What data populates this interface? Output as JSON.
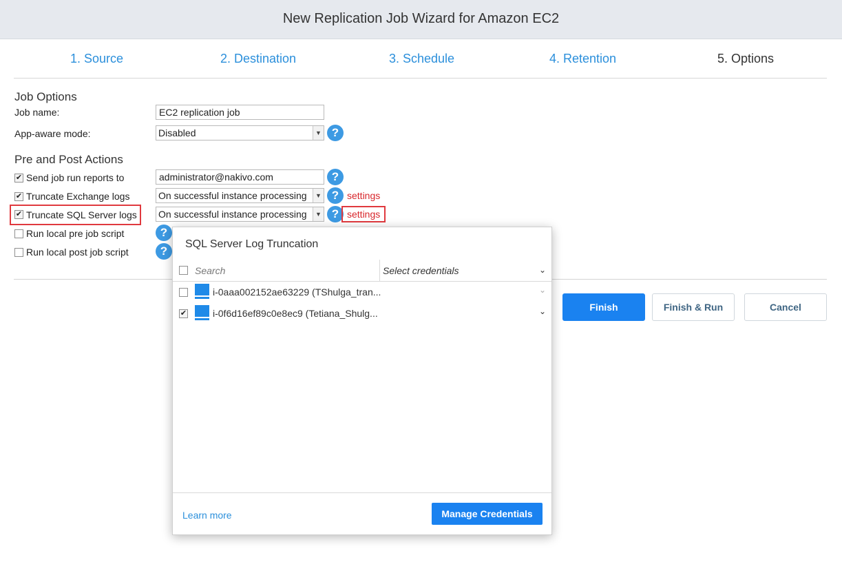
{
  "window": {
    "title": "New Replication Job Wizard for Amazon EC2"
  },
  "steps": [
    {
      "label": "1. Source",
      "state": "link"
    },
    {
      "label": "2. Destination",
      "state": "link"
    },
    {
      "label": "3. Schedule",
      "state": "link"
    },
    {
      "label": "4. Retention",
      "state": "link"
    },
    {
      "label": "5. Options",
      "state": "current"
    }
  ],
  "job_options": {
    "heading": "Job Options",
    "job_name_label": "Job name:",
    "job_name_value": "EC2 replication job",
    "app_aware_label": "App-aware mode:",
    "app_aware_value": "Disabled"
  },
  "pre_post": {
    "heading": "Pre and Post Actions",
    "send_reports": {
      "label": "Send job run reports to",
      "checked": true,
      "value": "administrator@nakivo.com"
    },
    "truncate_exchange": {
      "label": "Truncate Exchange logs",
      "checked": true,
      "value": "On successful instance processing c",
      "settings": "settings"
    },
    "truncate_sql": {
      "label": "Truncate SQL Server logs",
      "checked": true,
      "value": "On successful instance processing c",
      "settings": "settings"
    },
    "pre_script": {
      "label": "Run local pre job script",
      "checked": false
    },
    "post_script": {
      "label": "Run local post job script",
      "checked": false
    }
  },
  "help_glyph": "?",
  "buttons": {
    "finish": "Finish",
    "finish_run": "Finish & Run",
    "cancel": "Cancel"
  },
  "popup": {
    "title": "SQL Server Log Truncation",
    "search_placeholder": "Search",
    "credentials_placeholder": "Select credentials",
    "rows": [
      {
        "name": "i-0aaa002152ae63229 (TShulga_tran...",
        "checked": false
      },
      {
        "name": "i-0f6d16ef89c0e8ec9 (Tetiana_Shulg...",
        "checked": true
      }
    ],
    "learn_more": "Learn more",
    "manage_credentials": "Manage Credentials"
  },
  "colors": {
    "accent": "#1a82f0",
    "link": "#2b8fdb",
    "highlight": "#e0393e",
    "help": "#3d9ae3"
  }
}
